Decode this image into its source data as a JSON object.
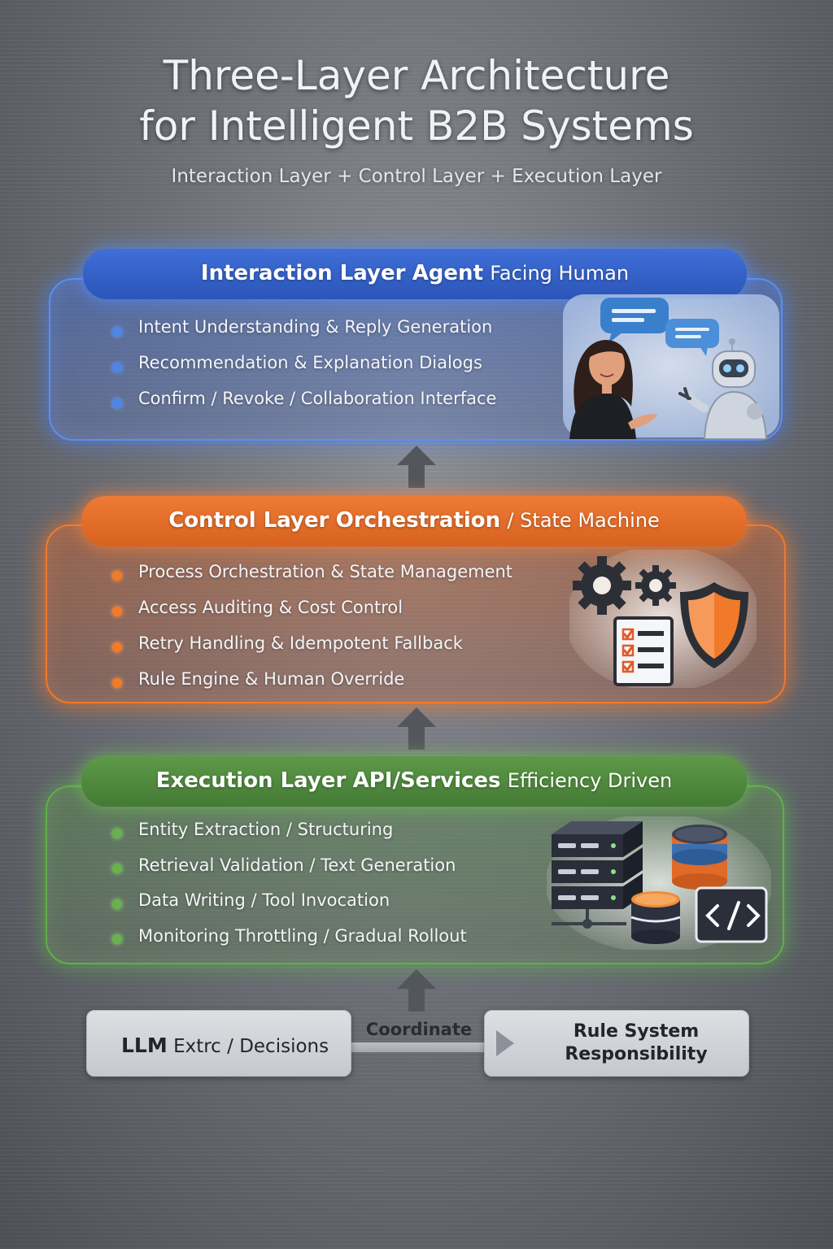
{
  "title": {
    "line1": "Three-Layer Architecture",
    "line2": "for Intelligent B2B Systems",
    "subtitle": "Interaction Layer + Control Layer + Execution Layer"
  },
  "layers": {
    "interaction": {
      "name": "Interaction Layer",
      "role": "Agent",
      "desc": "Facing Human",
      "items": [
        "Intent Understanding & Reply Generation",
        "Recommendation & Explanation Dialogs",
        "Confirm / Revoke / Collaboration Interface"
      ],
      "color": "#3f6fd8",
      "icon": "person-robot-chat-icon"
    },
    "control": {
      "name": "Control Layer",
      "role": "Orchestration",
      "desc": "/ State Machine",
      "items": [
        "Process Orchestration & State Management",
        "Access Auditing & Cost Control",
        "Retry Handling & Idempotent Fallback",
        "Rule Engine & Human Override"
      ],
      "color": "#ee7a36",
      "icon": "gears-checklist-shield-icon"
    },
    "execution": {
      "name": "Execution Layer",
      "role": "API/Services",
      "desc": "Efficiency Driven",
      "items": [
        "Entity Extraction / Structuring",
        "Retrieval Validation / Text Generation",
        "Data Writing / Tool Invocation",
        "Monitoring Throttling / Gradual Rollout"
      ],
      "color": "#5d9a48",
      "icon": "servers-database-code-icon"
    }
  },
  "bottom": {
    "llm_strong": "LLM",
    "llm_rest": "Extrc / Decisions",
    "coordinate": "Coordinate",
    "rule_line1": "Rule System",
    "rule_line2": "Responsibility"
  }
}
